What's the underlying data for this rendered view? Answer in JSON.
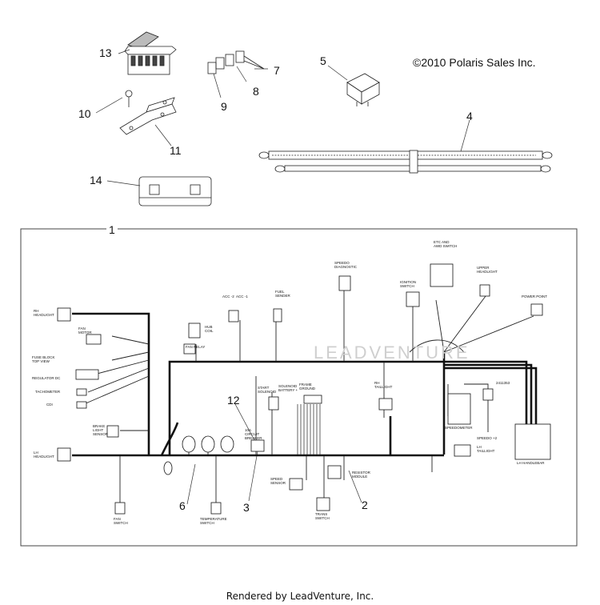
{
  "copyright": "©2010 Polaris Sales Inc.",
  "footer": "Rendered by LeadVenture, Inc.",
  "watermark": "LEADVENTURE",
  "callouts": {
    "c1": "1",
    "c2": "2",
    "c3": "3",
    "c4": "4",
    "c5": "5",
    "c6": "6",
    "c7": "7",
    "c8": "8",
    "c9": "9",
    "c10": "10",
    "c11": "11",
    "c12": "12",
    "c13": "13",
    "c14": "14"
  },
  "labels": {
    "rh_headlight": "RH\nHEADLIGHT",
    "fan_motor": "FAN\nMOTOR",
    "fuse_block": "FUSE BLOCK\nTOP VIEW",
    "regulator": "REGULATOR DC",
    "tachometer": "TACHOMETER",
    "cdi": "CDI",
    "brake_sensor": "BRAKE\nLIGHT\nSENSOR",
    "lh_headlight": "LH\nHEADLIGHT",
    "fan_switch": "FAN\nSWITCH",
    "temp_switch": "TEMPERATURE\nSWITCH",
    "fan_relay": "FAN RELAY",
    "hub_coil": "HUB\nCOIL",
    "acc": "ACC -2  ACC -1",
    "fuel_sender": "FUEL\nSENDER",
    "speedo_diag": "SPEEDO\nDIAGNOSTIC",
    "ignition_switch": "IGNITION\nSWITCH",
    "etc_awd": "ETC AND\nAWD SWITCH",
    "upper_headlight": "UPPER\nHEADLIGHT",
    "power_point": "POWER POINT",
    "start_solenoid": "START\nSOLENOID",
    "solenoid_battery": "SOLENOID\nBATTERY +",
    "frame_ground": "FRAME\nGROUND",
    "rh_taillight": "RH\nTAILLIGHT",
    "speedometer": "SPEEDOMETER",
    "circuit_breaker": "10A\nCIRCUIT\nBREAKER",
    "speed_sensor": "SPEED\nSENSOR",
    "resistor_module": "RESISTOR\nMODULE",
    "trans_switch": "TRANS\nSWITCH",
    "lh_taillight": "LH\nTAILLIGHT",
    "speedo2": "SPEEDO +2",
    "lh_handlebar": "LH HANDLEBAR",
    "part_number": "2411353"
  }
}
